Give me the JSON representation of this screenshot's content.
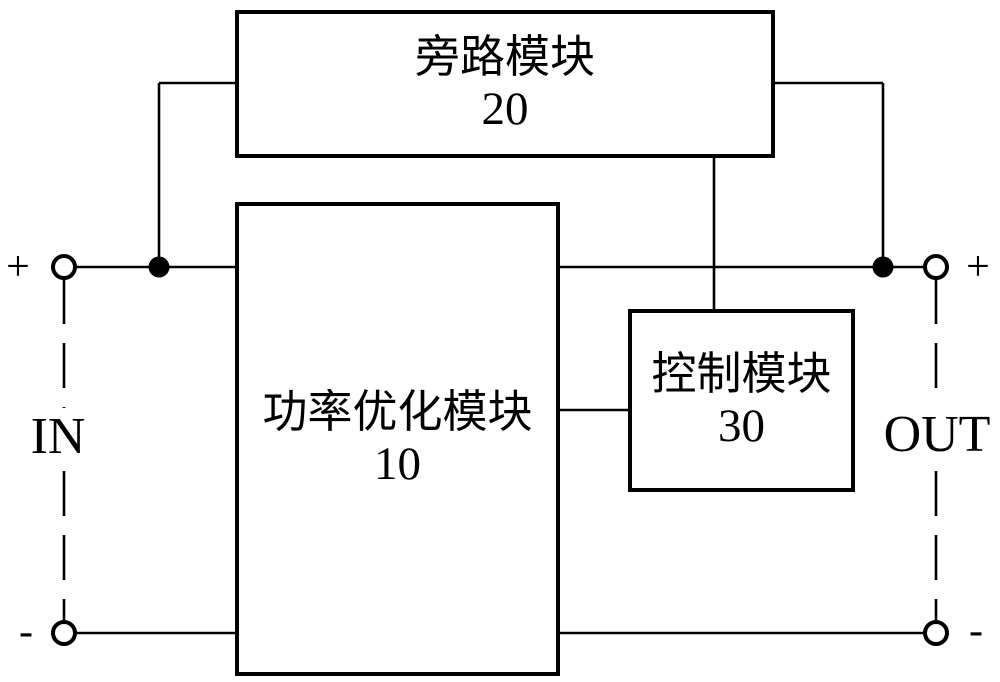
{
  "figure": {
    "modules": {
      "bypass": {
        "label": "旁路模块",
        "ref": "20"
      },
      "power": {
        "label": "功率优化模块",
        "ref": "10"
      },
      "control": {
        "label": "控制模块",
        "ref": "30"
      }
    },
    "terminals": {
      "in": {
        "label": "IN",
        "plus": "+",
        "minus": "-"
      },
      "out": {
        "label": "OUT",
        "plus": "+",
        "minus": "-"
      }
    },
    "colors": {
      "ink": "#000000",
      "paper": "#ffffff"
    }
  }
}
